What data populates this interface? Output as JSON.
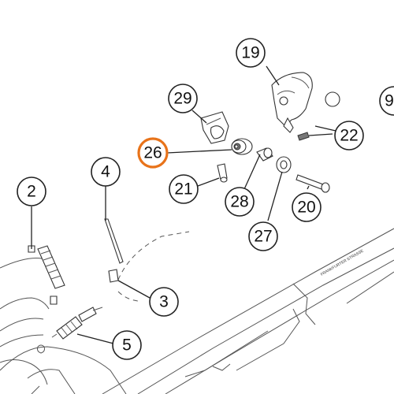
{
  "diagram": {
    "accent_color": "#e8731a",
    "engraving_text": "FRANKFURTER STRASSE",
    "callouts": [
      {
        "id": "19",
        "label": "19",
        "highlight": false
      },
      {
        "id": "29",
        "label": "29",
        "highlight": false
      },
      {
        "id": "26",
        "label": "26",
        "highlight": true
      },
      {
        "id": "22",
        "label": "22",
        "highlight": false
      },
      {
        "id": "9",
        "label": "9",
        "highlight": false
      },
      {
        "id": "4",
        "label": "4",
        "highlight": false
      },
      {
        "id": "21",
        "label": "21",
        "highlight": false
      },
      {
        "id": "28",
        "label": "28",
        "highlight": false
      },
      {
        "id": "20",
        "label": "20",
        "highlight": false
      },
      {
        "id": "2",
        "label": "2",
        "highlight": false
      },
      {
        "id": "27",
        "label": "27",
        "highlight": false
      },
      {
        "id": "3",
        "label": "3",
        "highlight": false
      },
      {
        "id": "5",
        "label": "5",
        "highlight": false
      }
    ]
  }
}
